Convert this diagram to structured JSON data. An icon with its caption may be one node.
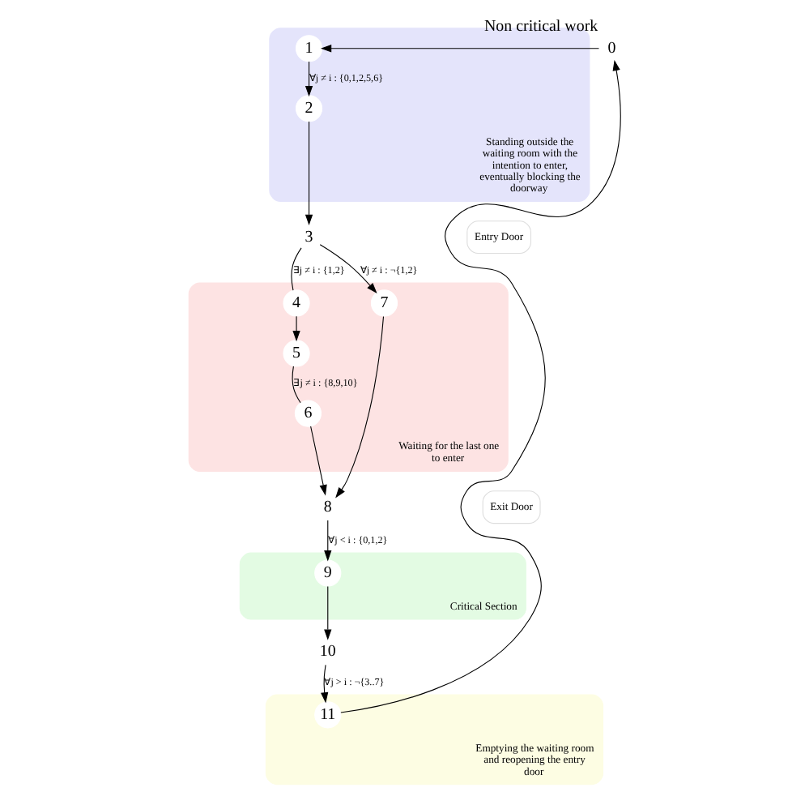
{
  "diagram": {
    "nodes": [
      {
        "text": [
          "Standing outside the waiting room with the intention to enter, eventually blocking the doorway"
        ]
      },
      {
        "text": [
          "1"
        ],
        "in": 0
      },
      {
        "text": [
          "2"
        ],
        "in": 0
      },
      {
        "text": [
          "3"
        ]
      },
      {
        "text": [
          "Entry Door"
        ]
      },
      {
        "text": [
          "Waiting for the last one to enter"
        ]
      },
      {
        "text": [
          "4"
        ],
        "in": 5
      },
      {
        "text": [
          "5"
        ],
        "in": 5
      },
      {
        "text": [
          "7"
        ],
        "in": 5
      },
      {
        "text": [
          "6"
        ],
        "in": 5
      },
      {
        "text": [
          "8"
        ]
      },
      {
        "text": [
          "Exit Door"
        ]
      },
      {
        "text": [
          "Critical Section"
        ]
      },
      {
        "text": [
          "9"
        ],
        "in": 12
      },
      {
        "text": [
          "10"
        ]
      },
      {
        "text": [
          "Emptying the waiting room and reopening the entry door"
        ]
      },
      {
        "text": [
          "11"
        ],
        "in": 15
      },
      {
        "text": [
          "0"
        ],
        "beside": [
          "Non critical work"
        ]
      }
    ],
    "edges": [
      {
        "from": 17,
        "to": 1,
        "arrow": "to"
      },
      {
        "from": 1,
        "to": 2,
        "arrow": "to",
        "label": "∀j ≠ i : {0,1,2,5,6}"
      },
      {
        "from": 2,
        "to": 3,
        "arrow": "to"
      },
      {
        "from": 3,
        "to": 6,
        "arrow": "none",
        "label": "∃j ≠ i : {1,2}"
      },
      {
        "from": 6,
        "to": 7,
        "arrow": "to"
      },
      {
        "from": 7,
        "to": 9,
        "arrow": "none",
        "label": "∃j ≠ i : {8,9,10}"
      },
      {
        "from": 9,
        "to": 10,
        "arrow": "to"
      },
      {
        "from": 3,
        "to": 8,
        "arrow": "to",
        "label": "∀j ≠ i : ¬{1,2}"
      },
      {
        "from": 8,
        "to": 10,
        "arrow": "to"
      },
      {
        "from": 10,
        "to": 13,
        "arrow": "to",
        "label": "∀j < i : {0,1,2}"
      },
      {
        "from": 13,
        "to": 14,
        "arrow": "to"
      },
      {
        "from": 14,
        "to": 16,
        "arrow": "to",
        "label": "∀j > i : ¬{3..7}"
      },
      {
        "from": 16,
        "to": 17,
        "arrow": "to"
      }
    ]
  }
}
